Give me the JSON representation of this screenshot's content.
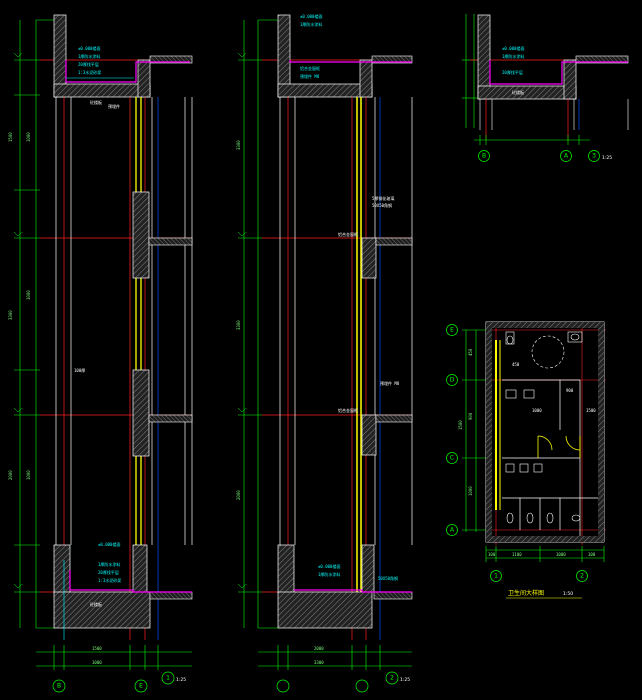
{
  "drawing": {
    "colors": {
      "background": "#000000",
      "wall_outline": "#ffffff",
      "dimension": "#00ff00",
      "axis_red": "#ff2020",
      "glazing": "#ffff00",
      "frame": "#0050ff",
      "waterproof": "#ff00ff",
      "annotation": "#00ffff"
    },
    "plan": {
      "title": "卫生间大样图",
      "scale": "1:50",
      "row_axes": [
        "E",
        "D",
        "C",
        "A"
      ],
      "col_axes": [
        "1",
        "2"
      ],
      "dims_left": [
        "450",
        "900",
        "1000",
        "1500"
      ],
      "dims_bottom": [
        "100",
        "1100",
        "1000",
        "100"
      ]
    },
    "detail_a": {
      "axes": [
        "B",
        "E"
      ],
      "section_mark": "1",
      "scale": "1:25",
      "notes": [
        "±0.000楼面",
        "1厚防水涂料",
        "20厚找平层",
        "1:3水泥砂浆",
        "砼楼板",
        "预埋件",
        "100厚",
        "1500",
        "1000",
        "2000",
        "3300"
      ]
    },
    "detail_b": {
      "section_mark": "2",
      "scale": "1:25",
      "notes": [
        "±0.000楼面",
        "1厚防水涂料",
        "铝合金窗框",
        "预埋件 M8",
        "5厚钢化玻璃",
        "50X50角钢",
        "3300",
        "2000"
      ]
    },
    "detail_c": {
      "axes": [
        "B",
        "A"
      ],
      "section_mark": "3",
      "scale": "1:25",
      "notes": [
        "±0.000楼面",
        "1厚防水涂料",
        "20厚找平层",
        "砼楼板"
      ]
    }
  }
}
